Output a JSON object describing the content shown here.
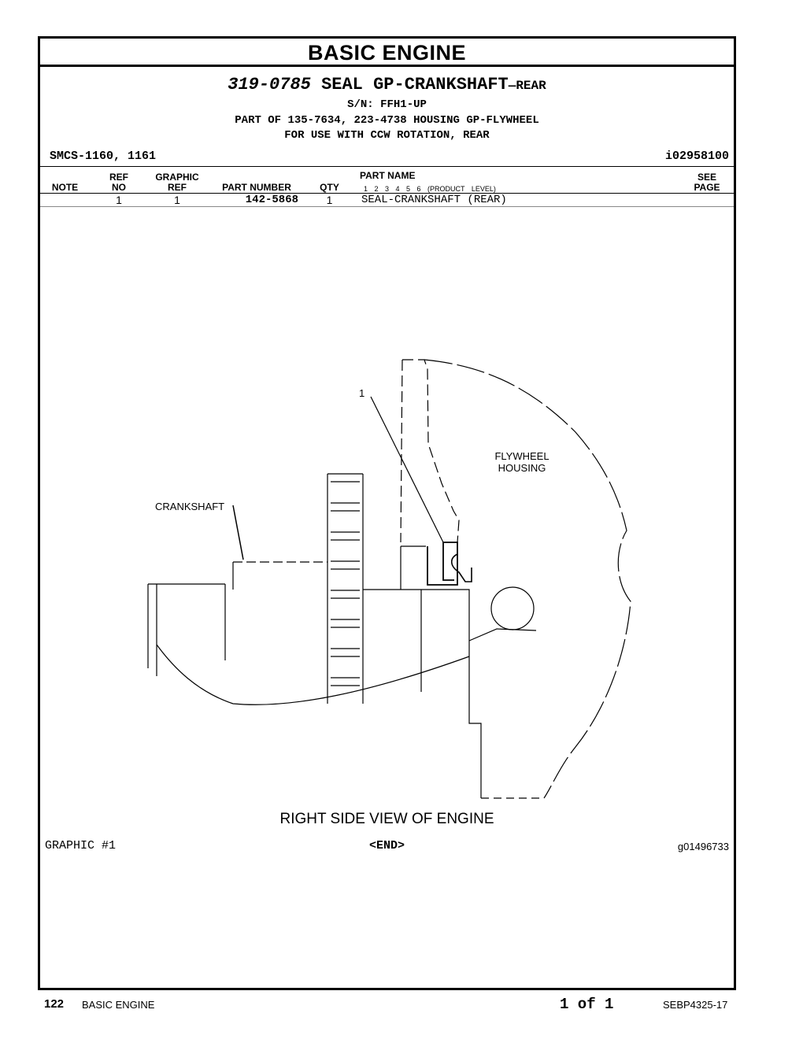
{
  "header": {
    "title": "BASIC ENGINE"
  },
  "group": {
    "part_number": "319-0785",
    "name": "SEAL GP-CRANKSHAFT",
    "suffix": "—REAR",
    "sn": "S/N: FFH1-UP",
    "part_of": "PART OF 135-7634, 223-4738 HOUSING GP-FLYWHEEL",
    "use": "FOR USE WITH CCW ROTATION, REAR",
    "smcs": "SMCS-1160, 1161",
    "info_id": "i02958100"
  },
  "table": {
    "headers": {
      "note": "NOTE",
      "ref_1": "REF",
      "ref_2": "NO",
      "graphic_1": "GRAPHIC",
      "graphic_2": "REF",
      "part_number": "PART NUMBER",
      "qty": "QTY",
      "part_name": "PART NAME",
      "product_level": "1 2 3 4 5 6 (PRODUCT LEVEL)",
      "see_1": "SEE",
      "see_2": "PAGE"
    },
    "rows": [
      {
        "note": "",
        "ref_no": "1",
        "graphic_ref": "1",
        "part_number": "142-5868",
        "qty": "1",
        "part_name": "SEAL-CRANKSHAFT (REAR)",
        "see_page": ""
      }
    ]
  },
  "graphic": {
    "callout_1": "1",
    "label_flywheel_1": "FLYWHEEL",
    "label_flywheel_2": "HOUSING",
    "label_crankshaft": "CRANKSHAFT",
    "view_title": "RIGHT SIDE VIEW OF ENGINE",
    "graphic_number": "GRAPHIC #1",
    "end_marker": "<END>",
    "graphic_id": "g01496733"
  },
  "footer": {
    "page": "122",
    "section": "BASIC ENGINE",
    "page_of": "1 of 1",
    "doc_id": "SEBP4325-17"
  }
}
